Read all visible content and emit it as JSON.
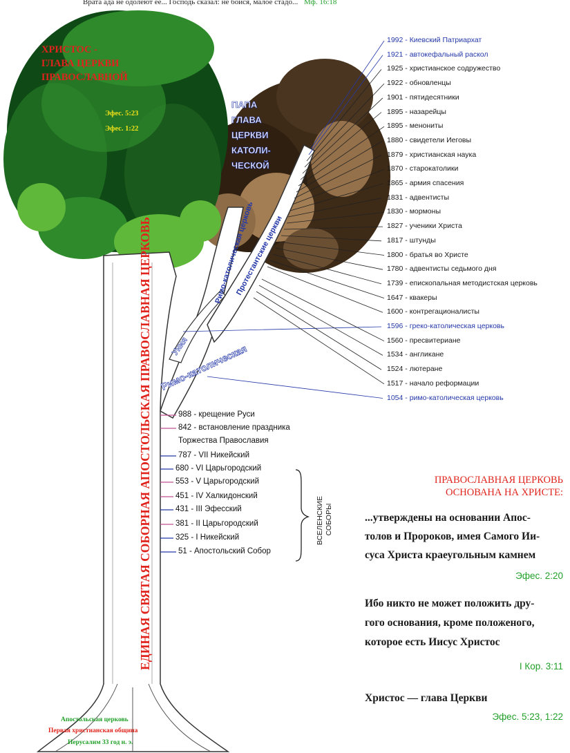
{
  "top_caption": {
    "text": "Врата ада не одолеют её... Господь сказал: не бойся, малое стадо...",
    "ref": "Мф. 16:18"
  },
  "christ_title": {
    "lines": [
      "ХРИСТОС -",
      "ГЛАВА ЦЕРКВИ",
      "ПРАВОСЛАВНОЙ"
    ]
  },
  "christ_refs": [
    "Эфес. 5:23",
    "Эфес. 1:22"
  ],
  "pope_title": {
    "lines": [
      "ПАПА",
      "ГЛАВА",
      "ЦЕРКВИ",
      "КАТОЛИ-",
      "ЧЕСКОЙ"
    ]
  },
  "trunk_label": "ЕДИНАЯ СВЯТАЯ СОБОРНАЯ АПОСТОЛЬСКАЯ ПРАВОСЛАВНАЯ ЦЕРКОВЬ",
  "branch_labels": {
    "unia": "Уния",
    "roman_catholic": "Римо-католическая",
    "catholic_branch": "Римо-католическая церковь",
    "protestant": "Протестантские церкви"
  },
  "root_lines": [
    "Апостольская церковь",
    "Первая христианская община",
    "Иерусалим 33 год н. э."
  ],
  "timeline": [
    {
      "text": "1992 - Киевский Патриархат",
      "blue": true
    },
    {
      "text": "1921 - автокефальный раскол",
      "blue": true
    },
    {
      "text": "1925 - христианское содружество",
      "blue": false
    },
    {
      "text": "1922 - обновленцы",
      "blue": false
    },
    {
      "text": "1901 - пятидесятники",
      "blue": false
    },
    {
      "text": "1895 - назарейцы",
      "blue": false
    },
    {
      "text": "1895 - менониты",
      "blue": false
    },
    {
      "text": "1880 - свидетели Иеговы",
      "blue": false
    },
    {
      "text": "1879 - христианская наука",
      "blue": false
    },
    {
      "text": "1870 - старокатолики",
      "blue": false
    },
    {
      "text": "1865 - армия спасения",
      "blue": false
    },
    {
      "text": "1831 - адвентисты",
      "blue": false
    },
    {
      "text": "1830 - мормоны",
      "blue": false
    },
    {
      "text": "1827 - ученики Христа",
      "blue": false
    },
    {
      "text": "1817 - штунды",
      "blue": false
    },
    {
      "text": "1800 - братья во Христе",
      "blue": false
    },
    {
      "text": "1780 - адвентисты седьмого дня",
      "blue": false
    },
    {
      "text": "1739 - епископальная методистская церковь",
      "blue": false
    },
    {
      "text": "1647 - квакеры",
      "blue": false
    },
    {
      "text": "1600 - контрегационалисты",
      "blue": false
    },
    {
      "text": "1596 - греко-католическая церковь",
      "blue": true
    },
    {
      "text": "1560 - пресвитериане",
      "blue": false
    },
    {
      "text": "1534 - англикане",
      "blue": false
    },
    {
      "text": "1524 - лютеране",
      "blue": false
    },
    {
      "text": "1517 - начало реформации",
      "blue": false
    },
    {
      "text": "1054 - римо-католическая церковь",
      "blue": true
    }
  ],
  "councils": [
    {
      "text": "988 - крещение Руси"
    },
    {
      "text": "842 - встановление праздника"
    },
    {
      "text": "Торжества Православия"
    },
    {
      "text": "787 - VII Никейский"
    },
    {
      "text": "680 - VI Царьгородский"
    },
    {
      "text": "553 - V Царьгородский"
    },
    {
      "text": "451 - IV Халкидонский"
    },
    {
      "text": "431 - III Эфесский"
    },
    {
      "text": "381 - II Царьгородский"
    },
    {
      "text": "325 - I Никейский"
    },
    {
      "text": "51 - Апостольский Собор"
    }
  ],
  "councils_label": [
    "ВСЕЛЕНСКИЕ",
    "СОБОРЫ"
  ],
  "right_heading": [
    "ПРАВОСЛАВНАЯ ЦЕРКОВЬ",
    "ОСНОВАНА НА ХРИСТЕ:"
  ],
  "quote1": [
    "...утверждены на основании Апос-",
    "толов и Пророков, имея Самого Ии-",
    "суса Христа краеугольным камнем"
  ],
  "quote1_ref": "Эфес. 2:20",
  "quote2": [
    "Ибо никто не может положить дру-",
    "гого основания, кроме положеного,",
    "которое есть Иисус Христос"
  ],
  "quote2_ref": "I Кор. 3:11",
  "quote3": "Христос — глава Церкви",
  "quote3_ref": "Эфес. 5:23, 1:22",
  "colors": {
    "red": "#e0231c",
    "blue": "#2438a8",
    "green_ref": "#22a02a",
    "yellow": "#f2e21a",
    "crown_dark": "#0f4a16",
    "crown_mid": "#2f8a2c",
    "crown_light": "#5fb83a",
    "dead_dark": "#3d2a17",
    "dead_tan": "#a37e55"
  }
}
